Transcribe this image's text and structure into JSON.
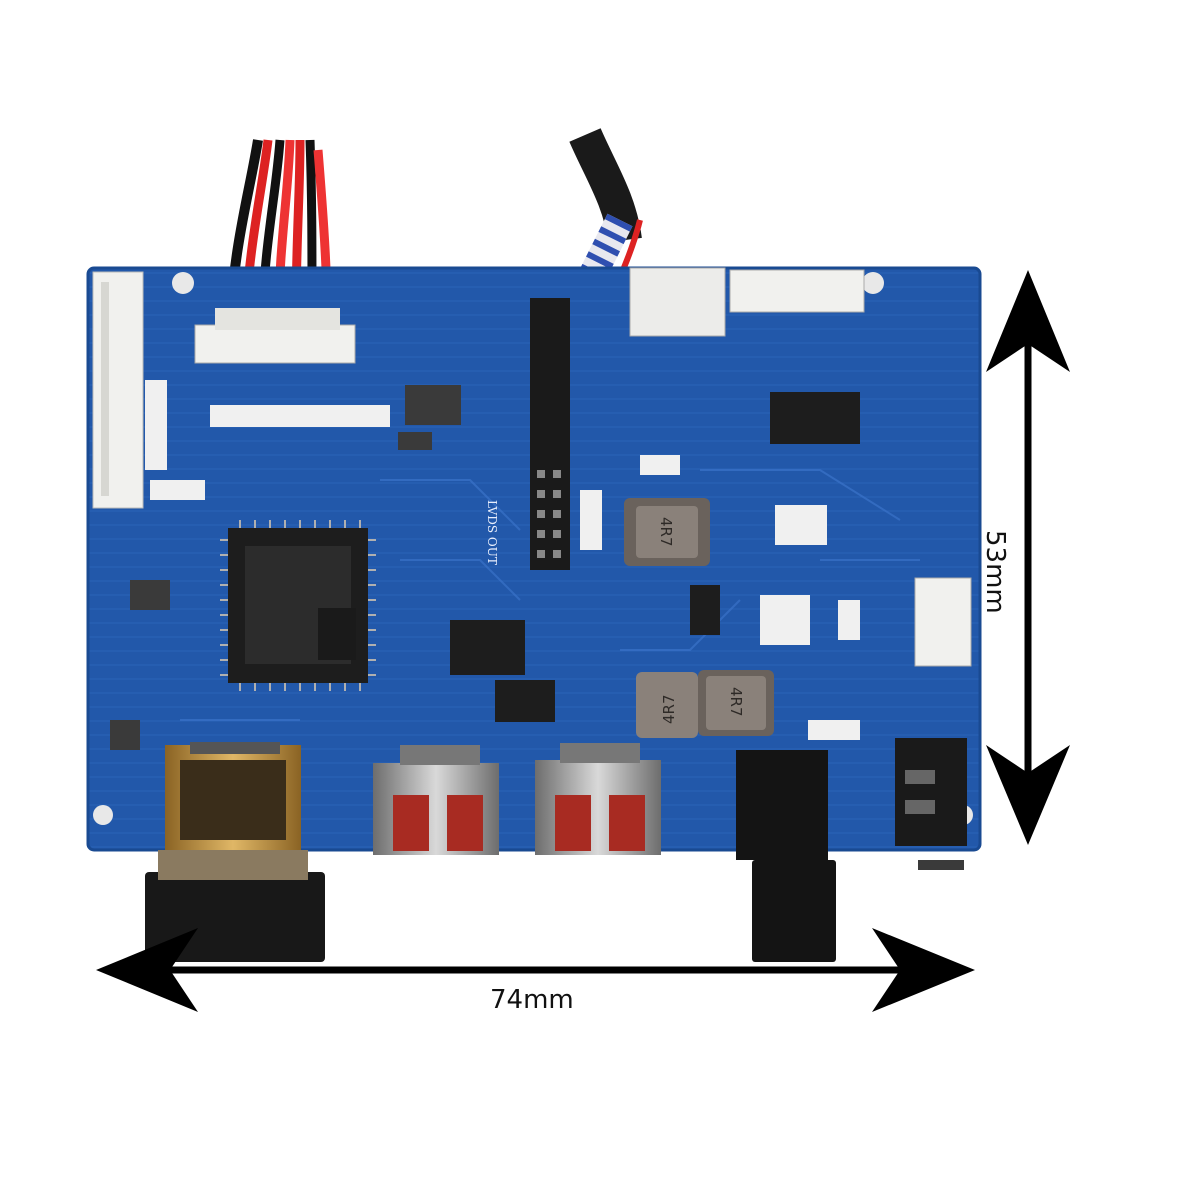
{
  "photo": {
    "subject": "lcd-controller-board",
    "pcb_color": "#1f56a8",
    "silkscreen": {
      "lvds_out": "LVDS OUT",
      "inductor_1": "4R7",
      "inductor_2": "4R7",
      "inductor_3": "4R7"
    }
  },
  "dimensions": {
    "width_label": "74mm",
    "height_label": "53mm"
  },
  "colors": {
    "arrow": "#000000",
    "connector_white": "#f1f1ee",
    "hdmi_gold": "#c79a4a",
    "usb_red": "#c0392b"
  }
}
